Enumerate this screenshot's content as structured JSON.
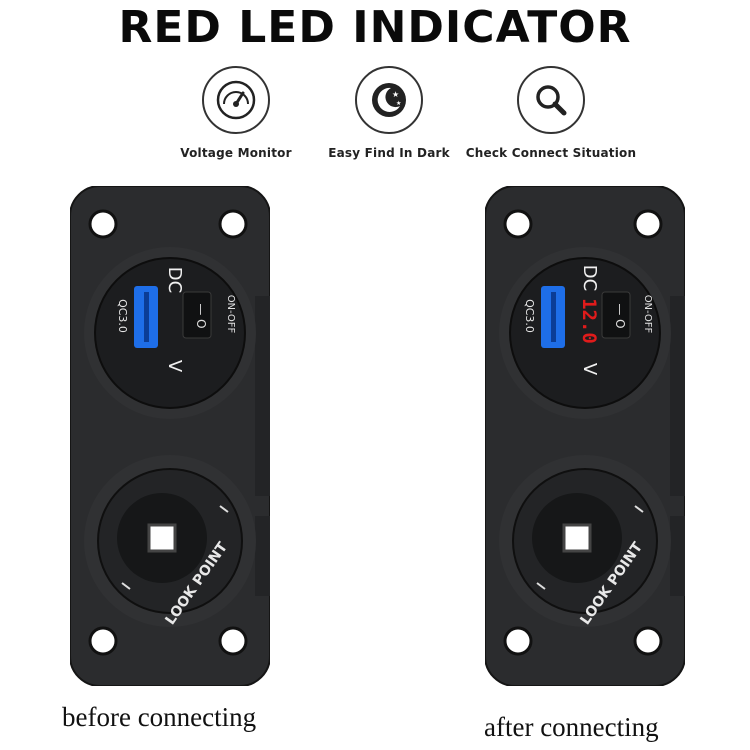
{
  "title": "RED LED INDICATOR",
  "features": [
    {
      "label": "Voltage Monitor",
      "icon": "gauge-icon"
    },
    {
      "label": "Easy Find In Dark",
      "icon": "moon-icon"
    },
    {
      "label": "Check Connect Situation",
      "icon": "magnifier-icon"
    }
  ],
  "panel_text": {
    "dc": "DC",
    "qc": "QC3.0",
    "switch_marks": "— O",
    "onoff": "ON-OFF",
    "volt_unit": "V",
    "lock": "LOOK POINT",
    "reading": "12.0"
  },
  "captions": {
    "before": "before connecting",
    "after": "after connecting"
  },
  "colors": {
    "panel": "#2b2c2e",
    "socket": "#1c1d1f",
    "usb": "#1e6ee8",
    "led": "#e01b1b"
  }
}
